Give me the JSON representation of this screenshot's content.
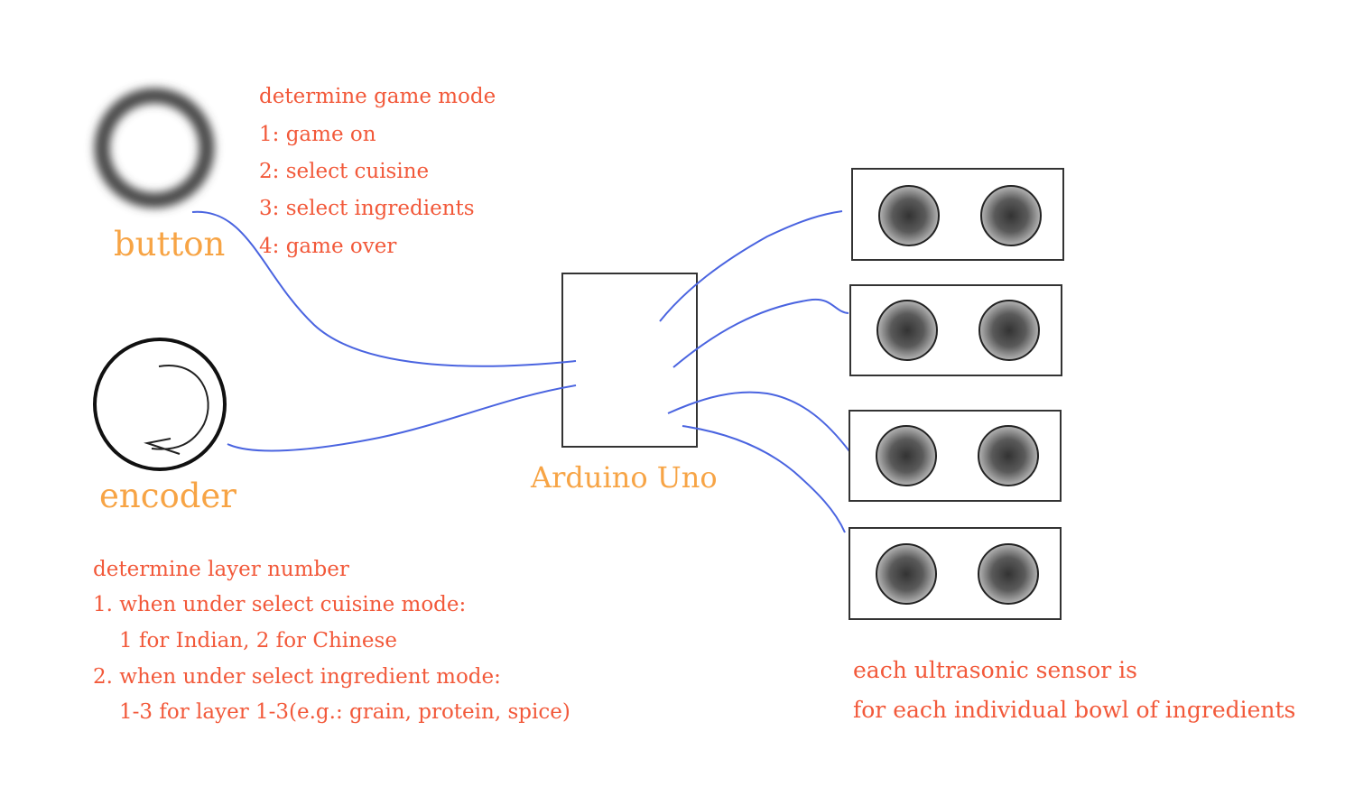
{
  "components": {
    "button": {
      "label": "button"
    },
    "encoder": {
      "label": "encoder"
    },
    "arduino": {
      "label": "Arduino Uno"
    }
  },
  "button_note": {
    "title": "determine game mode",
    "items": [
      "1: game on",
      "2: select cuisine",
      "3: select ingredients",
      "4: game over"
    ]
  },
  "encoder_note": {
    "title": "determine layer number",
    "lines": [
      "1. when under select cuisine mode:",
      "1 for Indian, 2 for Chinese",
      "2. when under select ingredient mode:",
      "1-3 for layer 1-3(e.g.: grain, protein, spice)"
    ]
  },
  "sensor_note": {
    "lines": [
      "each ultrasonic sensor is",
      "for each individual bowl of ingredients"
    ]
  },
  "sensor_count": 4,
  "colors": {
    "label_orange": "#f7a445",
    "note_red": "#f2593a",
    "wire_blue": "#4a64e0",
    "outline": "#222222"
  },
  "icons": [
    "button-ring-icon",
    "encoder-knob-icon",
    "ultrasonic-sensor-icon"
  ]
}
